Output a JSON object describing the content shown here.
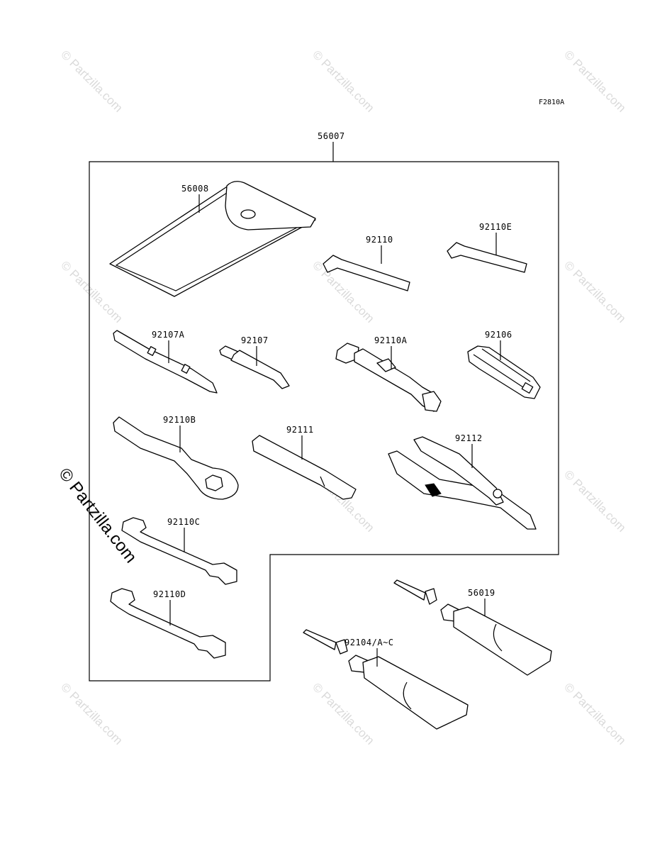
{
  "figure_code": "F2810A",
  "watermark": "© Partzilla.com",
  "callouts": {
    "kit": "56007",
    "pouch": "56008",
    "hex_wrench_a": "92110",
    "hex_wrench_b": "92110E",
    "screwdriver_a": "92107A",
    "screwdriver_b": "92107",
    "plug_wrench": "92110A",
    "hex_adapter": "92106",
    "ring_wrench": "92110B",
    "handle": "92111",
    "pliers": "92112",
    "open_wrench_c": "92110C",
    "open_wrench_d": "92110D",
    "grease_small": "56019",
    "grease_large": "92104/A~C"
  }
}
